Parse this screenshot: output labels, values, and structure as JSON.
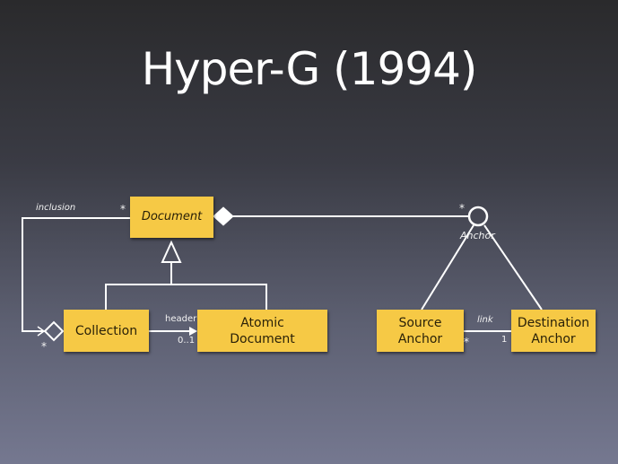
{
  "slide": {
    "title": "Hyper-G (1994)"
  },
  "classes": {
    "document": "Document",
    "collection": "Collection",
    "atomic_document": "Atomic\nDocument",
    "source_anchor": "Source\nAnchor",
    "destination_anchor": "Destination\nAnchor"
  },
  "interfaces": {
    "anchor": "Anchor"
  },
  "labels": {
    "inclusion": "inclusion",
    "inclusion_doc_mult": "*",
    "inclusion_coll_mult": "*",
    "anchor_doc_mult": "*",
    "header": "header",
    "header_mult": "0..1",
    "link": "link",
    "link_source_mult": "*",
    "link_dest_mult": "1"
  },
  "colors": {
    "class_fill": "#f6c945",
    "line": "#ffffff"
  }
}
